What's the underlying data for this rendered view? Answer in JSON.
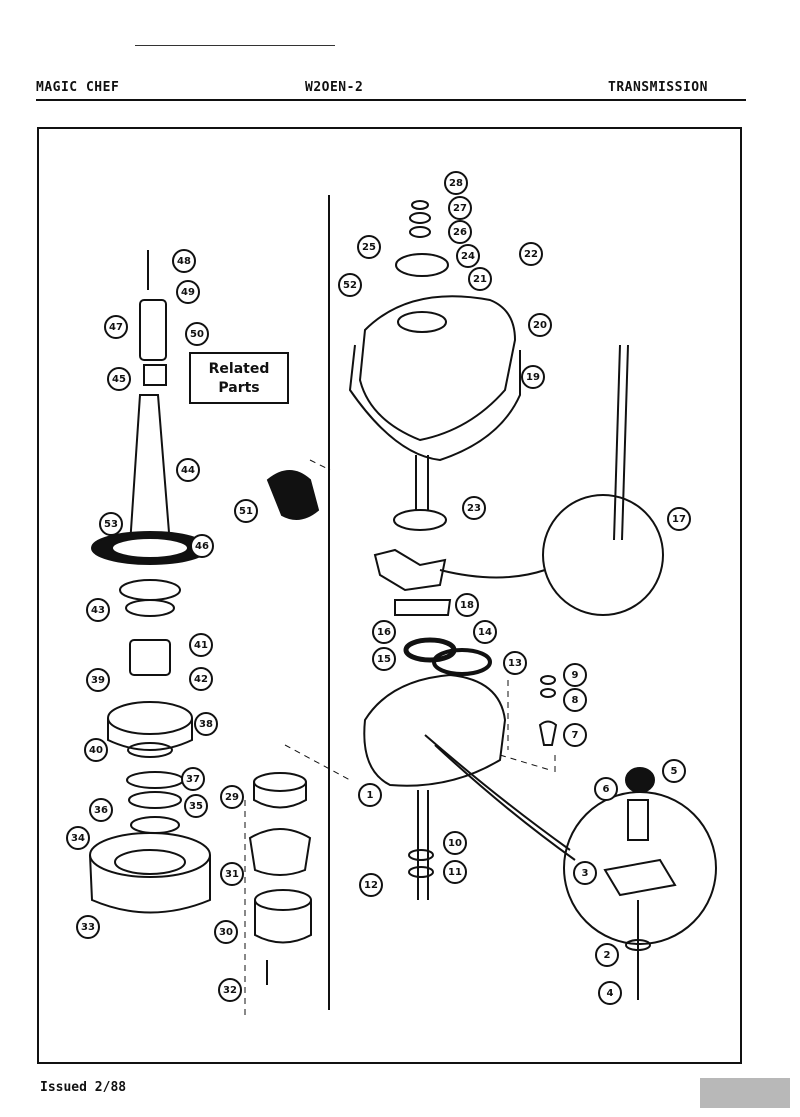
{
  "header": {
    "brand": "MAGIC CHEF",
    "model": "W2OEN-2",
    "section": "TRANSMISSION"
  },
  "related_box": {
    "line1": "Related",
    "line2": "Parts"
  },
  "footer": {
    "issued": "Issued 2/88"
  },
  "callouts": [
    {
      "n": "1"
    },
    {
      "n": "2"
    },
    {
      "n": "3"
    },
    {
      "n": "4"
    },
    {
      "n": "5"
    },
    {
      "n": "6"
    },
    {
      "n": "7"
    },
    {
      "n": "8"
    },
    {
      "n": "9"
    },
    {
      "n": "10"
    },
    {
      "n": "11"
    },
    {
      "n": "12"
    },
    {
      "n": "13"
    },
    {
      "n": "14"
    },
    {
      "n": "15"
    },
    {
      "n": "16"
    },
    {
      "n": "17"
    },
    {
      "n": "18"
    },
    {
      "n": "19"
    },
    {
      "n": "20"
    },
    {
      "n": "21"
    },
    {
      "n": "22"
    },
    {
      "n": "23"
    },
    {
      "n": "24"
    },
    {
      "n": "25"
    },
    {
      "n": "26"
    },
    {
      "n": "27"
    },
    {
      "n": "28"
    },
    {
      "n": "29"
    },
    {
      "n": "30"
    },
    {
      "n": "31"
    },
    {
      "n": "32"
    },
    {
      "n": "33"
    },
    {
      "n": "34"
    },
    {
      "n": "35"
    },
    {
      "n": "36"
    },
    {
      "n": "37"
    },
    {
      "n": "38"
    },
    {
      "n": "39"
    },
    {
      "n": "40"
    },
    {
      "n": "41"
    },
    {
      "n": "42"
    },
    {
      "n": "43"
    },
    {
      "n": "44"
    },
    {
      "n": "45"
    },
    {
      "n": "46"
    },
    {
      "n": "47"
    },
    {
      "n": "48"
    },
    {
      "n": "49"
    },
    {
      "n": "50"
    },
    {
      "n": "51"
    },
    {
      "n": "52"
    },
    {
      "n": "53"
    }
  ],
  "colors": {
    "ink": "#111111",
    "paper": "#ffffff"
  }
}
